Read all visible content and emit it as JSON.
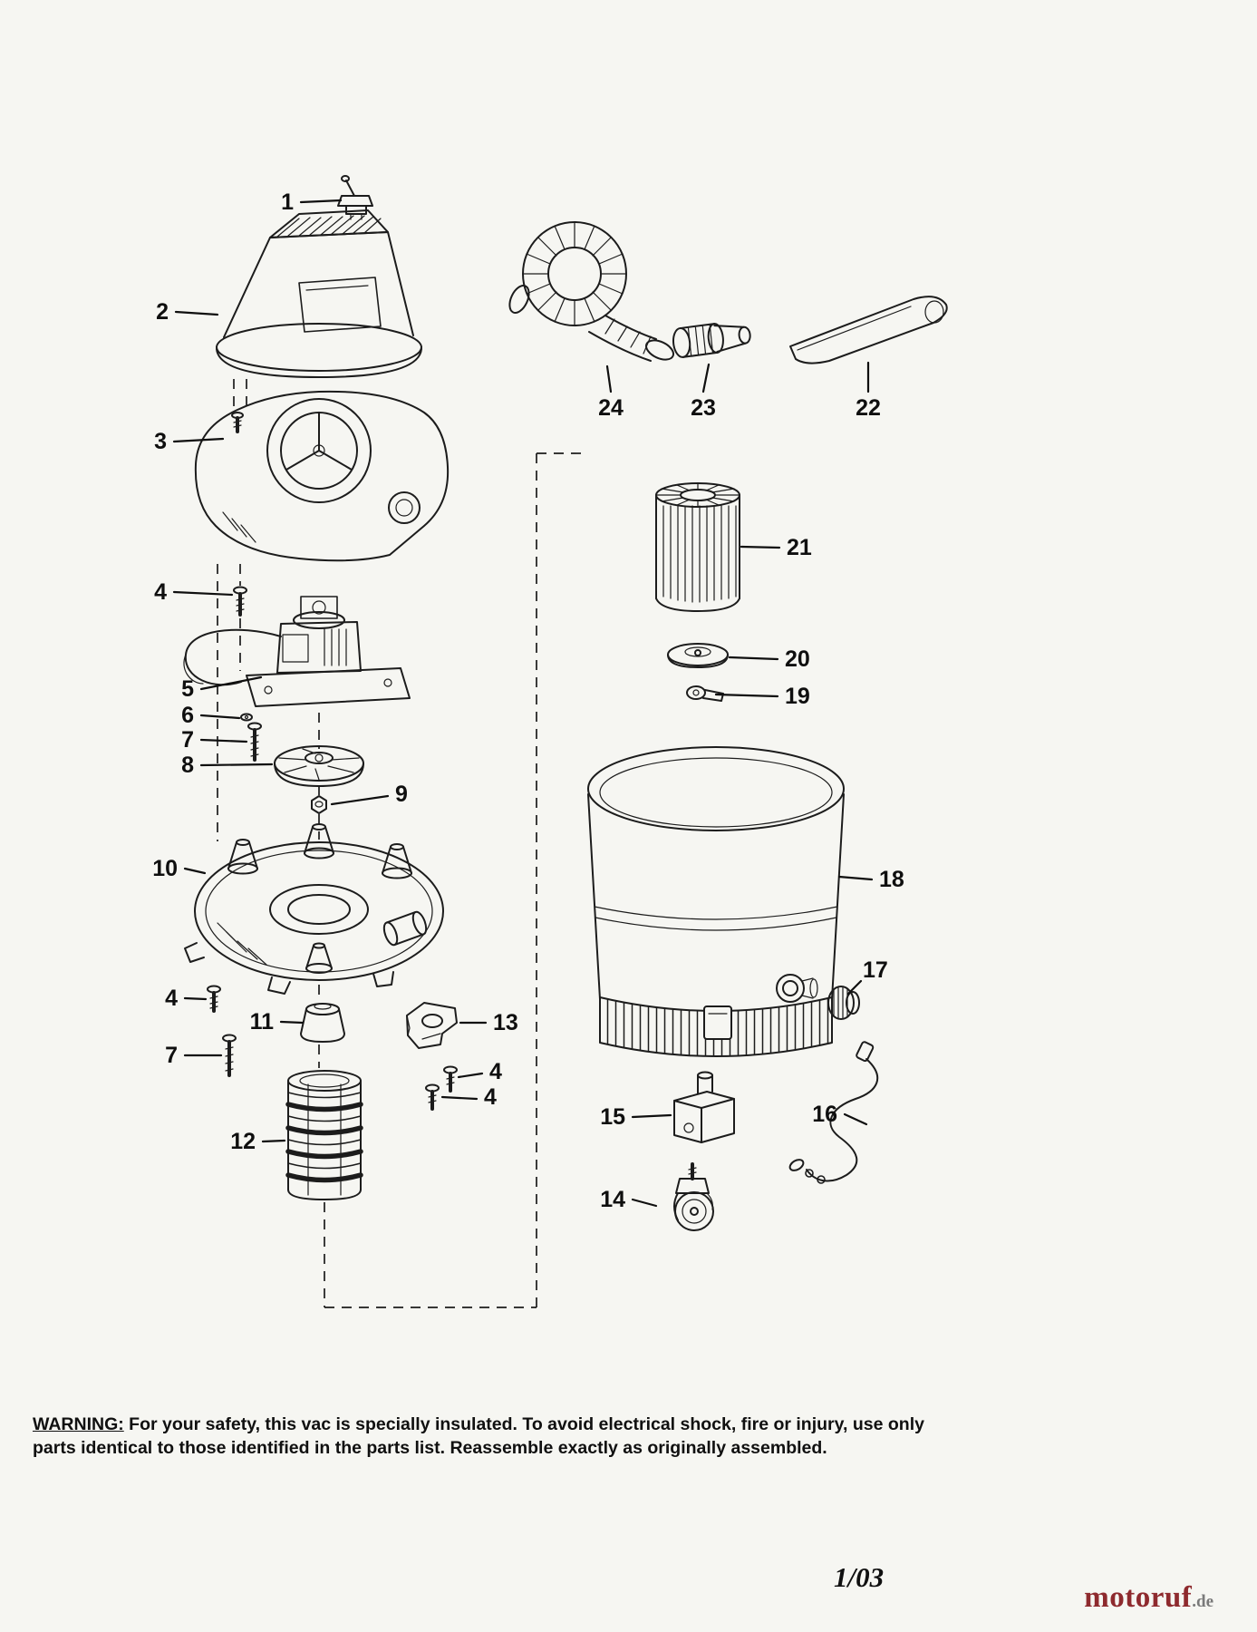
{
  "callouts": {
    "c1": "1",
    "c2": "2",
    "c3": "3",
    "c4a": "4",
    "c4b": "4",
    "c4c": "4",
    "c4d": "4",
    "c5": "5",
    "c6": "6",
    "c7a": "7",
    "c7b": "7",
    "c8": "8",
    "c9": "9",
    "c10": "10",
    "c11": "11",
    "c12": "12",
    "c13": "13",
    "c14": "14",
    "c15": "15",
    "c16": "16",
    "c17": "17",
    "c18": "18",
    "c19": "19",
    "c20": "20",
    "c21": "21",
    "c22": "22",
    "c23": "23",
    "c24": "24"
  },
  "warning": {
    "label": "WARNING:",
    "text": "For your safety, this vac is specially insulated. To avoid electrical shock, fire or injury, use only parts identical to those identified in the parts list. Reassemble exactly as originally assembled."
  },
  "footer": {
    "date": "1/03",
    "watermark_name": "motoruf",
    "watermark_tld": ".de",
    "watermark_color": "#8e2a2e",
    "watermark_tld_color": "#7a7a7a"
  }
}
